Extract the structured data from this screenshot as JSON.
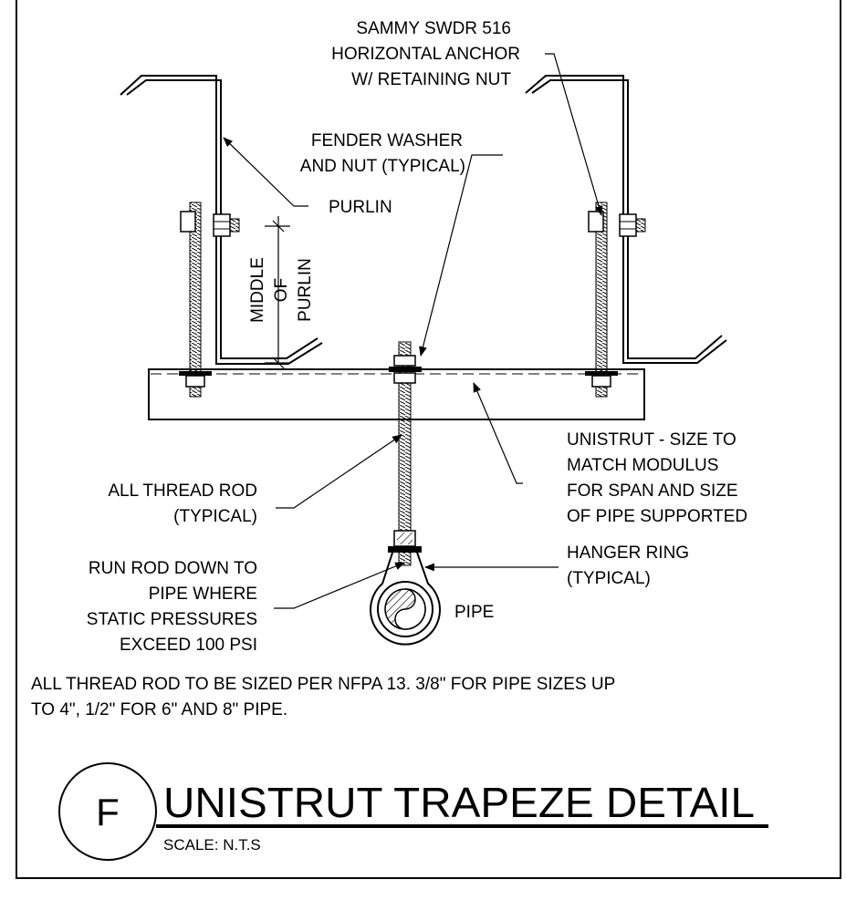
{
  "labels": {
    "anchor": [
      "SAMMY SWDR 516",
      "HORIZONTAL ANCHOR",
      "W/ RETAINING NUT"
    ],
    "washer": [
      "FENDER WASHER",
      "AND NUT (TYPICAL)"
    ],
    "purlin": "PURLIN",
    "middle": [
      "MIDDLE",
      "OF",
      "PURLIN"
    ],
    "unistrut": [
      "UNISTRUT - SIZE TO",
      "MATCH MODULUS",
      "FOR  SPAN AND SIZE",
      "OF PIPE SUPPORTED"
    ],
    "rod": [
      "ALL THREAD ROD",
      "(TYPICAL)"
    ],
    "run_rod": [
      "RUN ROD DOWN TO",
      "PIPE WHERE",
      "STATIC PRESSURES",
      "EXCEED 100 PSI"
    ],
    "hanger": [
      "HANGER RING",
      "(TYPICAL)"
    ],
    "pipe": "PIPE"
  },
  "note": [
    "ALL THREAD ROD TO BE SIZED PER NFPA 13.  3/8\" FOR PIPE SIZES UP",
    "TO 4\", 1/2\" FOR 6\" AND 8\" PIPE."
  ],
  "title_block": {
    "letter": "F",
    "title": "UNISTRUT TRAPEZE  DETAIL",
    "scale": "SCALE: N.T.S"
  }
}
